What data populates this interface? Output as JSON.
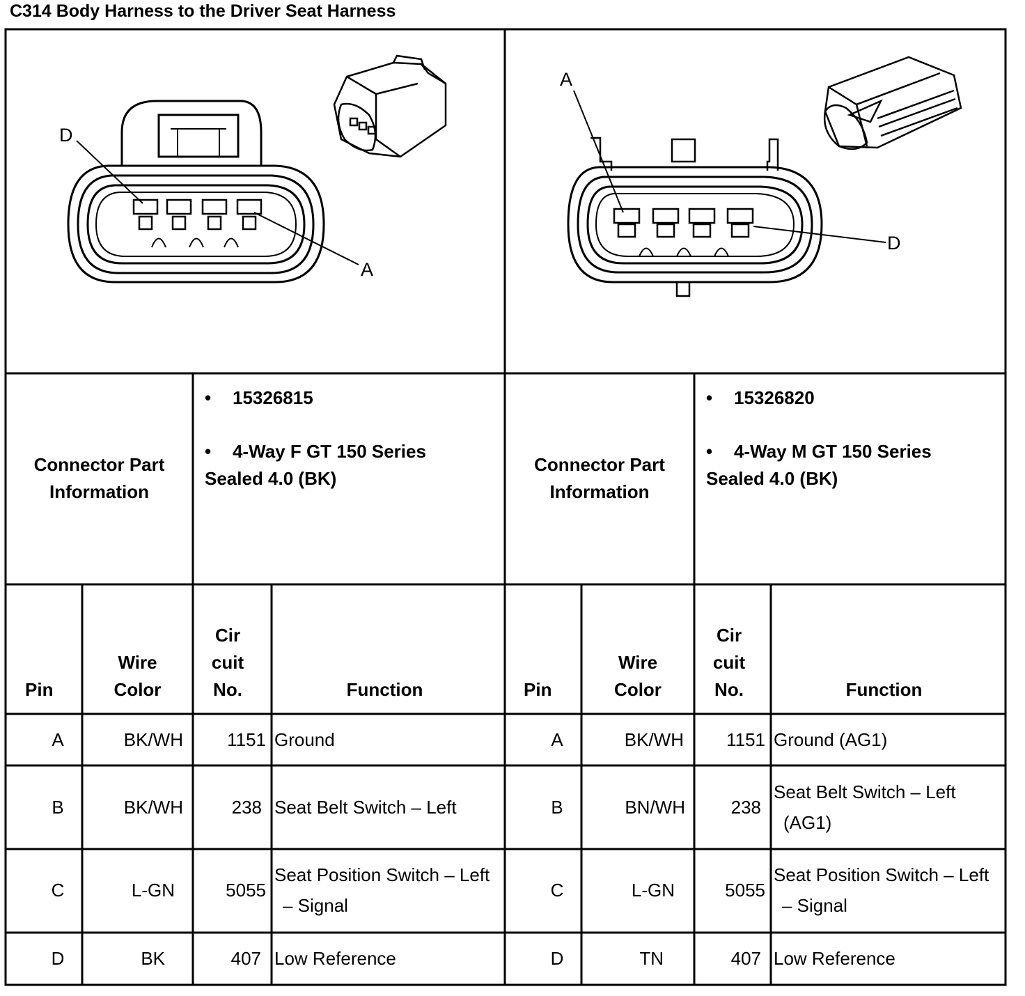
{
  "title": "C314 Body Harness to the Driver Seat Harness",
  "connectors": [
    {
      "part_label": [
        "Connector Part",
        "Information"
      ],
      "part_number": "15326815",
      "description": [
        "4-Way F GT 150 Series",
        "Sealed 4.0 (BK)"
      ],
      "callouts": [
        "D",
        "A"
      ],
      "headers": {
        "pin": "Pin",
        "wire_color": [
          "Wire",
          "Color"
        ],
        "circuit": [
          "Cir",
          "cuit",
          "No."
        ],
        "function": "Function"
      },
      "rows": [
        {
          "pin": "A",
          "wire_color": "BK/WH",
          "circuit": "1151",
          "function": [
            "Ground"
          ]
        },
        {
          "pin": "B",
          "wire_color": "BK/WH",
          "circuit": "238",
          "function": [
            "Seat Belt Switch – Left"
          ]
        },
        {
          "pin": "C",
          "wire_color": "L-GN",
          "circuit": "5055",
          "function": [
            "Seat Position Switch – Left",
            "– Signal"
          ]
        },
        {
          "pin": "D",
          "wire_color": "BK",
          "circuit": "407",
          "function": [
            "Low Reference"
          ]
        }
      ]
    },
    {
      "part_label": [
        "Connector Part",
        "Information"
      ],
      "part_number": "15326820",
      "description": [
        "4-Way M GT 150 Series",
        "Sealed 4.0 (BK)"
      ],
      "callouts": [
        "A",
        "D"
      ],
      "headers": {
        "pin": "Pin",
        "wire_color": [
          "Wire",
          "Color"
        ],
        "circuit": [
          "Cir",
          "cuit",
          "No."
        ],
        "function": "Function"
      },
      "rows": [
        {
          "pin": "A",
          "wire_color": "BK/WH",
          "circuit": "1151",
          "function": [
            "Ground (AG1)"
          ]
        },
        {
          "pin": "B",
          "wire_color": "BN/WH",
          "circuit": "238",
          "function": [
            "Seat Belt Switch – Left",
            "(AG1)"
          ]
        },
        {
          "pin": "C",
          "wire_color": "L-GN",
          "circuit": "5055",
          "function": [
            "Seat Position Switch – Left",
            "– Signal"
          ]
        },
        {
          "pin": "D",
          "wire_color": "TN",
          "circuit": "407",
          "function": [
            "Low Reference"
          ]
        }
      ]
    }
  ]
}
